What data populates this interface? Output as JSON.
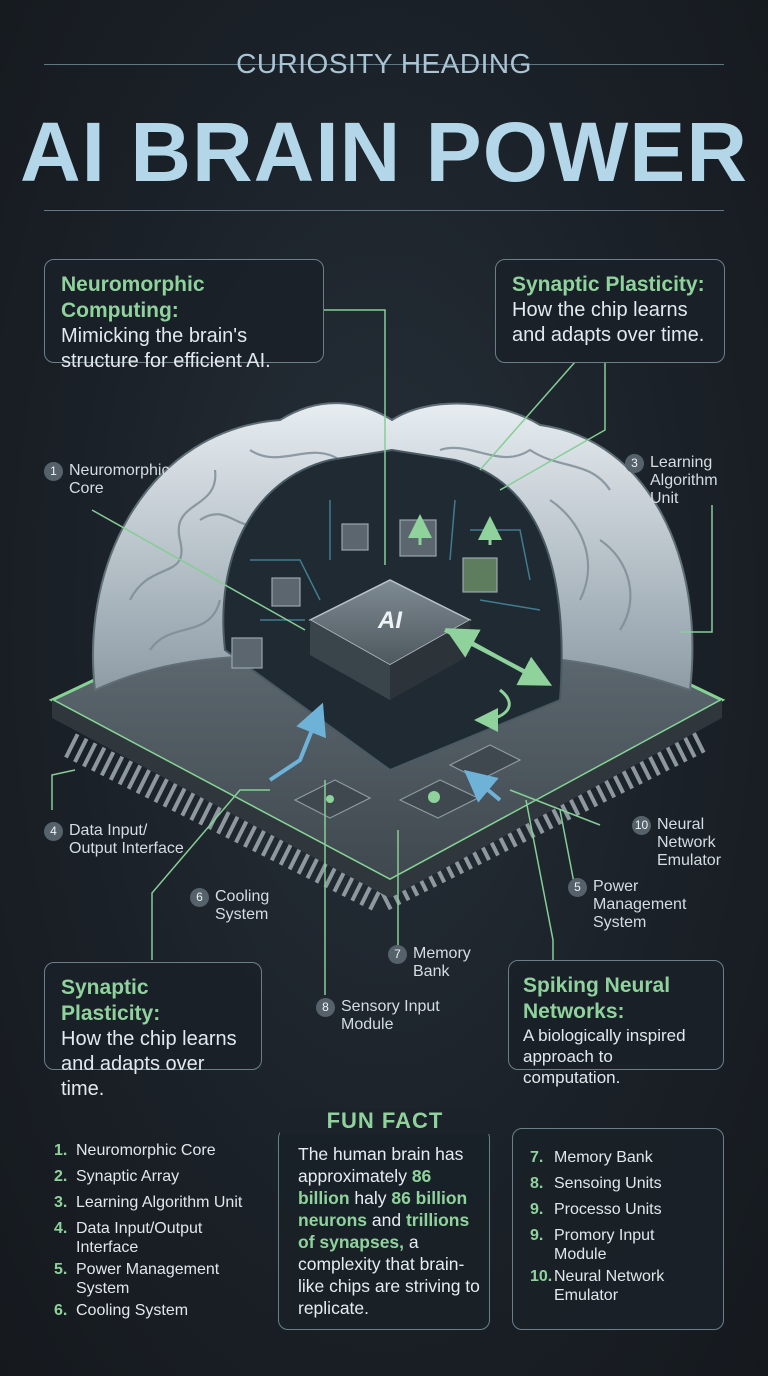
{
  "header": {
    "subheading": "CURIOSITY HEADING",
    "title": "AI BRAIN POWER"
  },
  "callouts": {
    "top_left": {
      "heading": "Neuromorphic Computing:",
      "text": "Mimicking the brain's structure for efficient AI."
    },
    "top_right": {
      "heading": "Synaptic Plasticity:",
      "text": "How the chip learns and adapts over time."
    },
    "bottom_left": {
      "heading": "Synaptic Plasticity:",
      "text": "How the chip learns and adapts over time."
    },
    "bottom_right": {
      "heading": "Spiking Neural Networks:",
      "text": "A biologically inspired approach to computation."
    }
  },
  "chip_label": "AI",
  "labels": [
    {
      "num": "1",
      "text": "Neuromorphic Core"
    },
    {
      "num": "3",
      "text": "Learning Algorithm Unit"
    },
    {
      "num": "4",
      "text": "Data Input/ Output Interface"
    },
    {
      "num": "6",
      "text": "Cooling System"
    },
    {
      "num": "7",
      "text": "Memory Bank"
    },
    {
      "num": "8",
      "text": "Sensory Input Module"
    },
    {
      "num": "10",
      "text": "Neural Network Emulator"
    },
    {
      "num": "5",
      "text": "Power Management System"
    }
  ],
  "list_left": [
    {
      "num": "1.",
      "text": "Neuromorphic Core"
    },
    {
      "num": "2.",
      "text": "Synaptic Array"
    },
    {
      "num": "3.",
      "text": "Learning Algorithm Unit"
    },
    {
      "num": "4.",
      "text": "Data Input/Output Interface"
    },
    {
      "num": "5.",
      "text": "Power Management System"
    },
    {
      "num": "6.",
      "text": "Cooling System"
    }
  ],
  "fun_fact": {
    "title": "FUN FACT",
    "text_before": "The human brain has approximately ",
    "highlight_1": "86 billion",
    "text_mid_1": " haly ",
    "highlight_2": "86 billion neurons",
    "text_mid_2": " and ",
    "highlight_3": "trillions of synapses,",
    "text_after": " a complexity that brain-like chips are striving to replicate."
  },
  "list_right": [
    {
      "num": "7.",
      "text": "Memory Bank"
    },
    {
      "num": "8.",
      "text": "Sensoing Units"
    },
    {
      "num": "9.",
      "text": "Processo Units"
    },
    {
      "num": "9.",
      "text": "Promory Input Module"
    },
    {
      "num": "10.",
      "text": "Neural Network Emulator"
    }
  ],
  "colors": {
    "accent_green": "#8fd29c",
    "title_blue": "#b3d6e8",
    "background": "#1b2128"
  }
}
